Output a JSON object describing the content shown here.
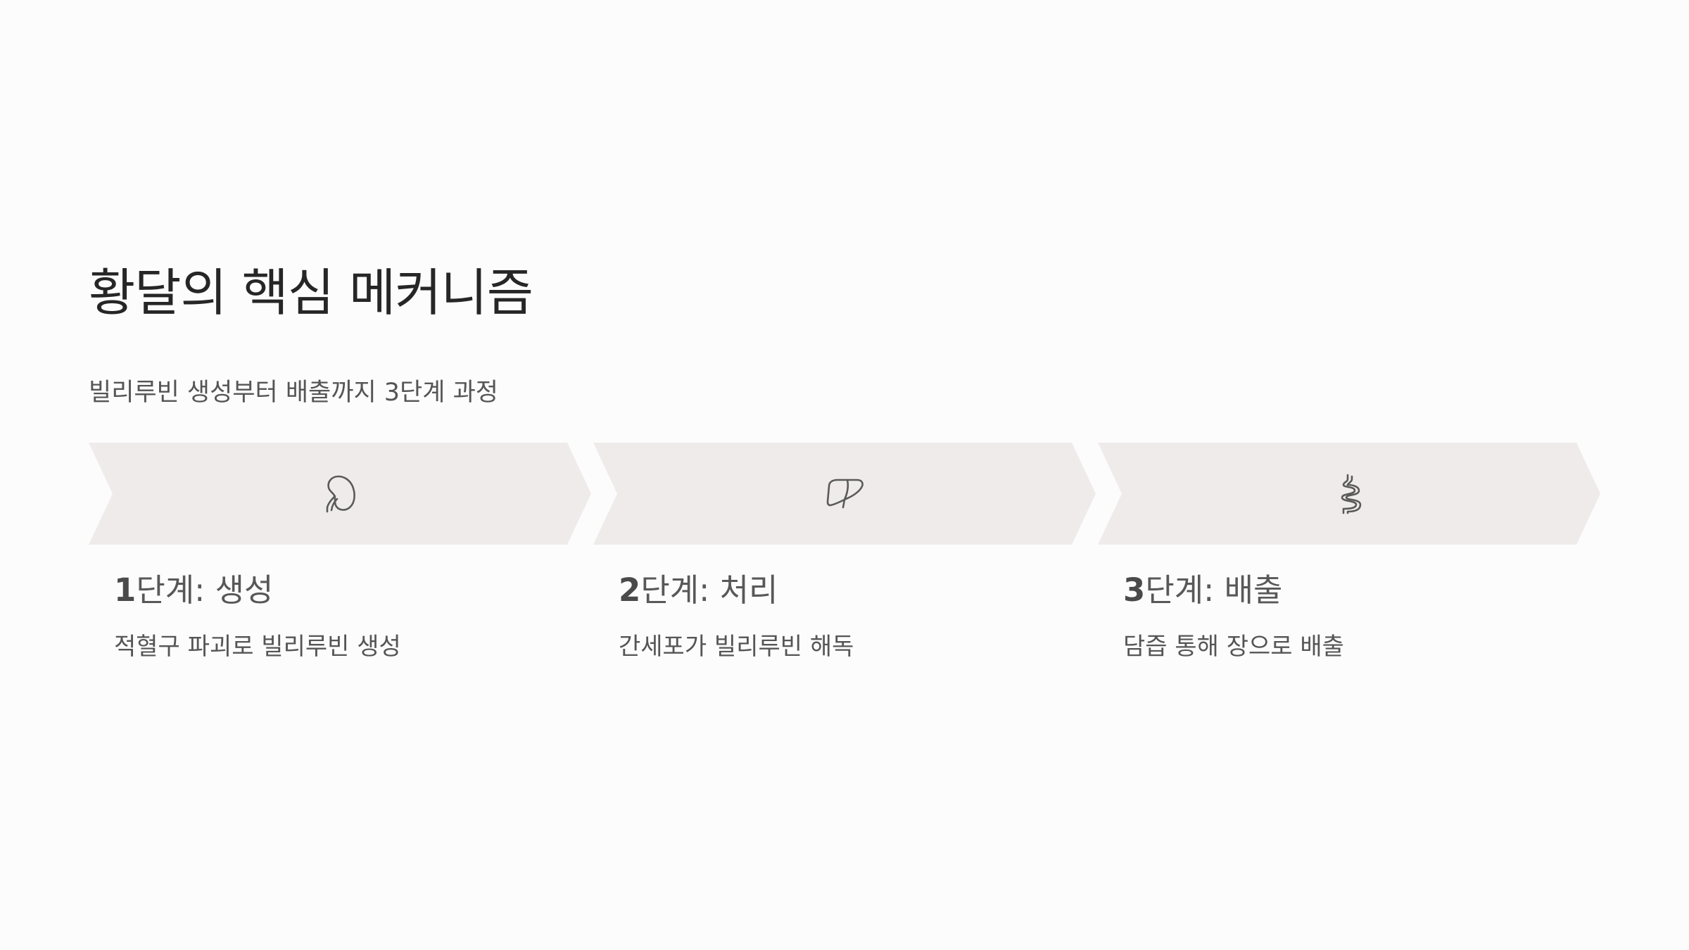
{
  "title": "황달의 핵심 메커니즘",
  "subtitle": "빌리루빈 생성부터 배출까지 3단계 과정",
  "colors": {
    "background": "#fcfcfc",
    "chevron_fill": "#f0ebeb",
    "icon_stroke": "#5a5a5a"
  },
  "steps": [
    {
      "number": "1",
      "label": "단계: 생성",
      "description": "적혈구 파괴로 빌리루빈 생성",
      "icon": "kidney-icon"
    },
    {
      "number": "2",
      "label": "단계: 처리",
      "description": "간세포가 빌리루빈 해독",
      "icon": "liver-icon"
    },
    {
      "number": "3",
      "label": "단계: 배출",
      "description": "담즙 통해 장으로 배출",
      "icon": "intestine-icon"
    }
  ]
}
